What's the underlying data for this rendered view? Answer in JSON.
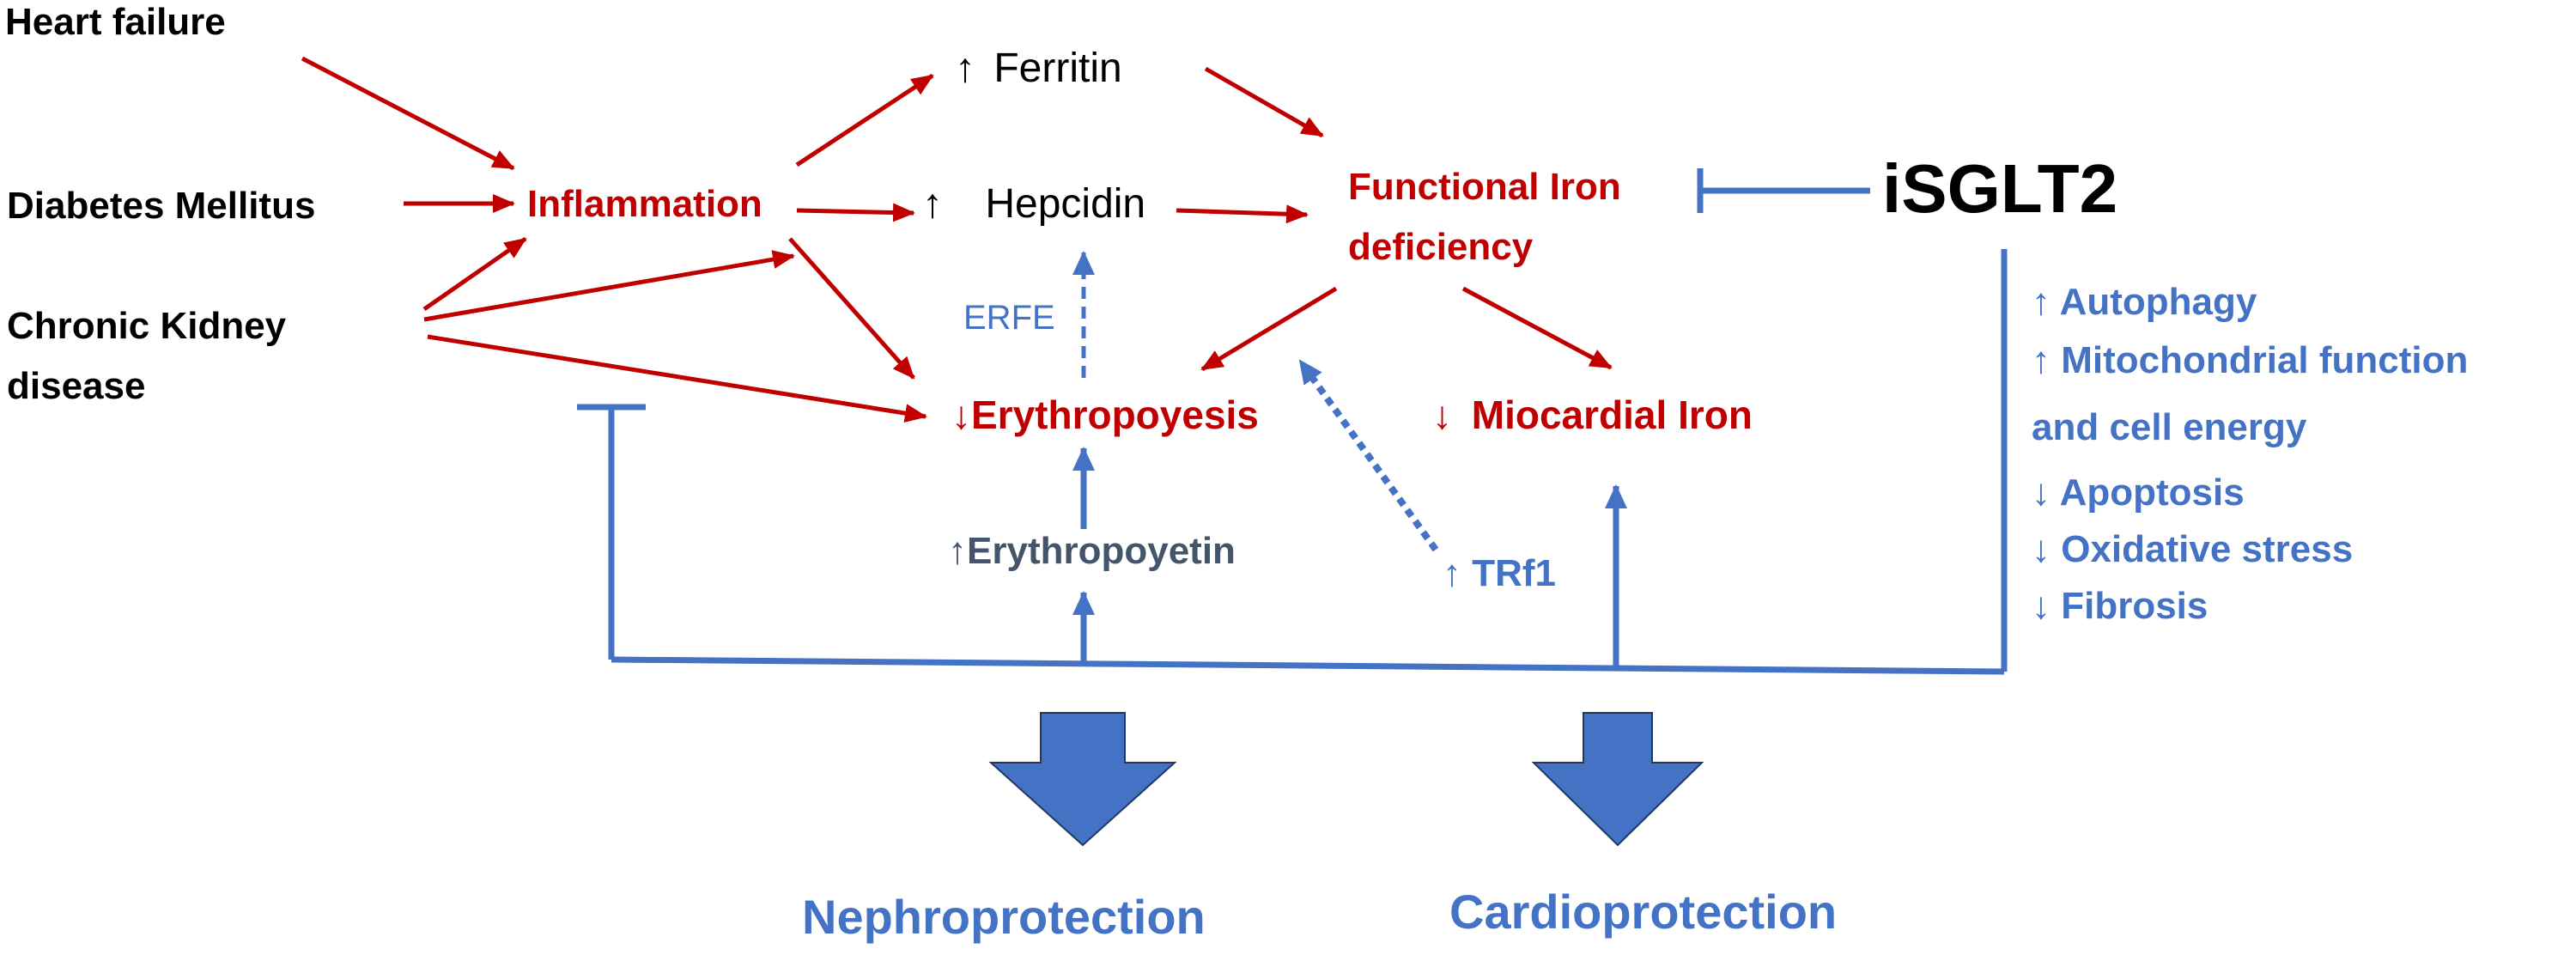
{
  "colors": {
    "red": "#c00000",
    "blue": "#4472c4",
    "slate": "#44546a",
    "black": "#000000"
  },
  "inputs": {
    "heart_failure": "Heart failure",
    "diabetes": "Diabetes Mellitus",
    "ckd_line1": "Chronic Kidney",
    "ckd_line2": "disease"
  },
  "nodes": {
    "inflammation": "Inflammation",
    "ferritin_arrow": "↑",
    "ferritin": "Ferritin",
    "hepcidin_arrow": "↑",
    "hepcidin": "Hepcidin",
    "fid_line1": "Functional Iron",
    "fid_line2": "deficiency",
    "erfe": "ERFE",
    "erythropoiesis_arrow": "↓",
    "erythropoiesis": "Erythropoyesis",
    "myocardial_arrow": "↓",
    "myocardial": "Miocardial Iron",
    "epo_arrow": "↑",
    "epo": "Erythropoyetin",
    "trf1": "↑ TRf1",
    "isglt2": "iSGLT2"
  },
  "effects": [
    "↑ Autophagy",
    "↑ Mitochondrial function",
    "and cell energy",
    "↓ Apoptosis",
    "↓ Oxidative stress",
    "↓ Fibrosis"
  ],
  "outcomes": {
    "nephro": "Nephroprotection",
    "cardio": "Cardioprotection"
  }
}
